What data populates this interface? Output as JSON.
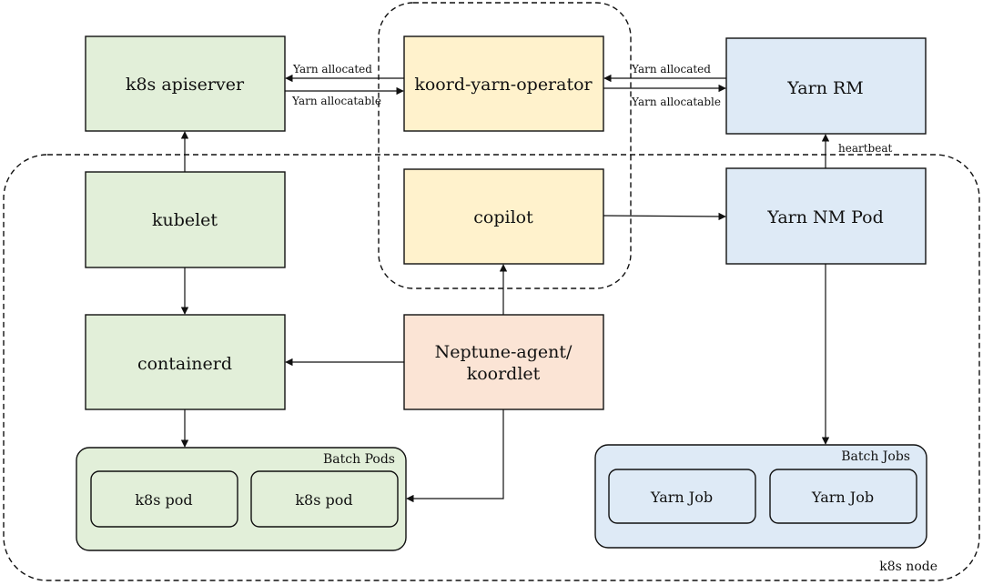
{
  "colors": {
    "k8s_green": "#e2efd9",
    "yellow": "#fff2cc",
    "peach": "#fbe4d5",
    "blue": "#deeaf6",
    "stroke": "#1a1a1a"
  },
  "nodes": {
    "k8s_apiserver": "k8s apiserver",
    "kubelet": "kubelet",
    "containerd": "containerd",
    "koord_yarn_operator": "koord-yarn-operator",
    "copilot": "copilot",
    "neptune_agent_line1": "Neptune-agent/",
    "neptune_agent_line2": "koordlet",
    "yarn_rm": "Yarn RM",
    "yarn_nm_pod": "Yarn NM Pod",
    "k8s_pod_1": "k8s pod",
    "k8s_pod_2": "k8s pod",
    "yarn_job_1": "Yarn Job",
    "yarn_job_2": "Yarn Job"
  },
  "groups": {
    "batch_pods": "Batch Pods",
    "batch_jobs": "Batch Jobs",
    "k8s_node": "k8s node"
  },
  "edges": {
    "left_allocated": "Yarn allocated",
    "left_allocatable": "Yarn allocatable",
    "right_allocated": "Yarn allocated",
    "right_allocatable": "Yarn allocatable",
    "heartbeat": "heartbeat"
  }
}
